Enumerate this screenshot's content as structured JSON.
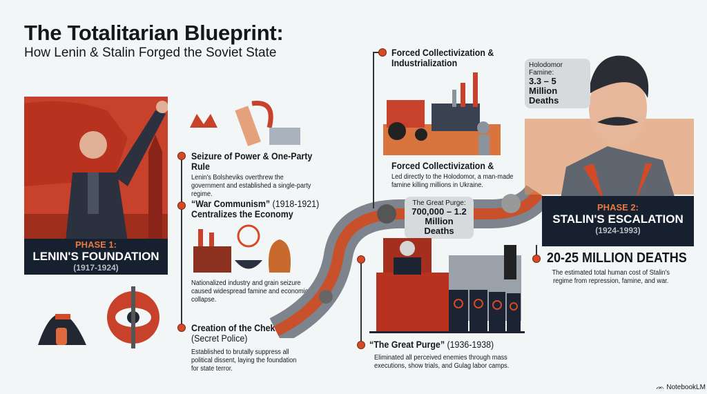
{
  "title": "The Totalitarian Blueprint:",
  "subtitle": "How Lenin & Stalin Forged the Soviet State",
  "phase1": {
    "label": "PHASE 1:",
    "name": "LENIN'S FOUNDATION",
    "years": "(1917-1924)"
  },
  "phase2": {
    "label": "PHASE 2:",
    "name": "STALIN'S ESCALATION",
    "years": "(1924-1993)"
  },
  "events": [
    {
      "title": "Seizure of Power & One-Party Rule",
      "desc": "Lenin's Bolsheviks overthrew the government and established a single-party regime."
    },
    {
      "title": "“War Communism”",
      "title_light": "(1918-1921)",
      "title2": "Centralizes the Economy",
      "desc": "Nationalized industry and grain seizure caused widespread famine and economic collapse."
    },
    {
      "title": "Creation of the Cheka",
      "title_light": "(Secret Police)",
      "desc": "Established to brutally suppress all political dissent, laying the foundation for state terror."
    },
    {
      "title": "Forced Collectivization & Industrialization"
    },
    {
      "title": "Forced Collectivization &",
      "desc": "Led directly to the Holodomor, a man-made famine killing millions in Ukraine."
    },
    {
      "title": "“The Great Purge”",
      "title_light": "(1936-1938)",
      "desc": "Eliminated all perceived enemies through mass executions, show trials, and Gulag labor camps."
    },
    {
      "title": "20-25 MILLION DEATHS",
      "desc": "The estimated total human cost of Stalin's regime from repression, famine, and war."
    }
  ],
  "callouts": {
    "holodomor": {
      "label": "Holodomor Famine:",
      "value": "3.3 – 5 Million Deaths"
    },
    "purge": {
      "label": "The Great Purge:",
      "value": "700,000 – 1.2 Million Deaths"
    }
  },
  "brand": "NotebookLM",
  "colors": {
    "accent": "#d44a26",
    "dark": "#17202e",
    "phase": "#e8793f"
  }
}
